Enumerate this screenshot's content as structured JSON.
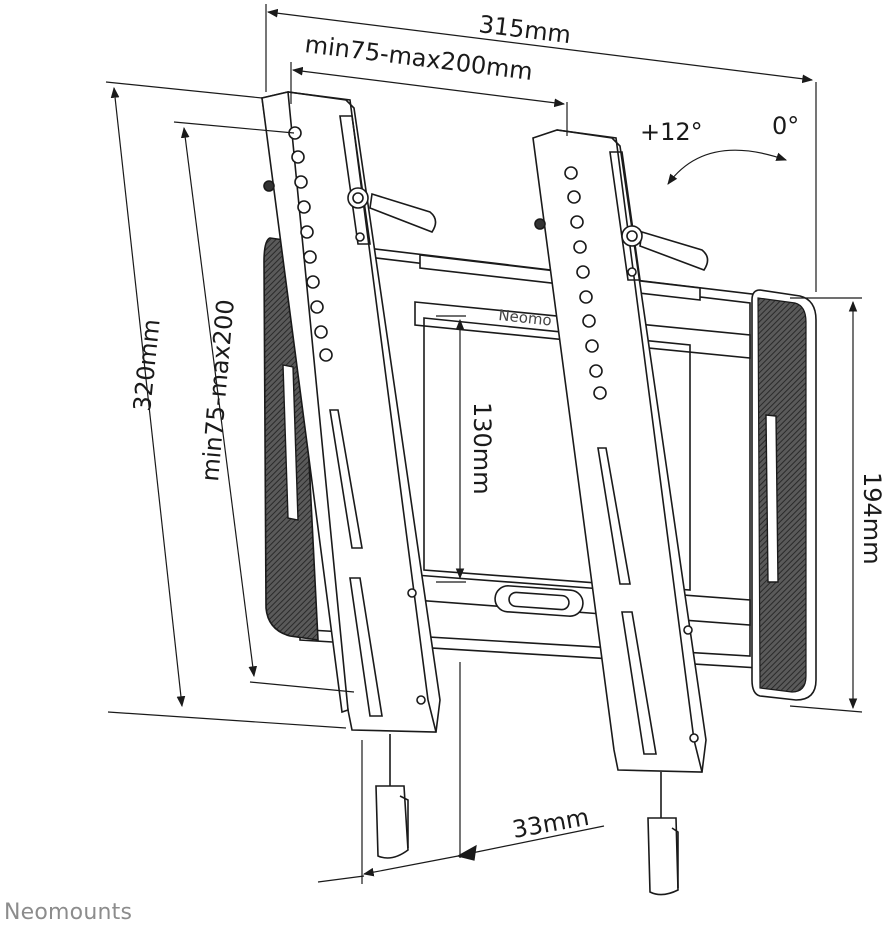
{
  "dimensions": {
    "overall_width": "315mm",
    "vesa_width": "min75-max200mm",
    "overall_height": "320mm",
    "vesa_height": "min75-max200",
    "plate_inner_height": "130mm",
    "plate_height": "194mm",
    "wall_distance": "33mm"
  },
  "tilt": {
    "tilt_angle": "+12°",
    "zero_angle": "0°"
  },
  "plate_brand": "Neomo",
  "brand": "Neomounts",
  "icons": [
    "double-arrow-icon",
    "curved-arrow-icon",
    "screw-icon",
    "knob-icon"
  ],
  "colors": {
    "line": "#1a1a1a",
    "brand": "#8c8c8c",
    "pad": "#3a3a3a"
  }
}
